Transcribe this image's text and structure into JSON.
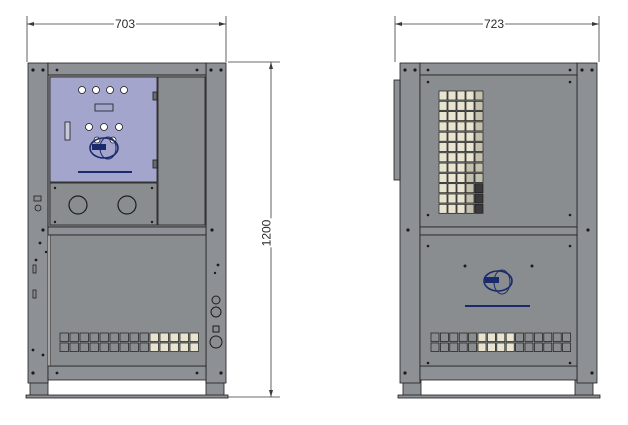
{
  "dimensions": {
    "front_width": "703",
    "side_width": "723",
    "height": "1200"
  },
  "colors": {
    "frame": "#8d9195",
    "panel": "#8a8d90",
    "control_panel": "#a3a5cc",
    "outline": "#1c1c1c",
    "dimension_line": "#3a3a3a",
    "terminal_light": "#e8e4cf",
    "terminal_mid": "#c4c0ae",
    "terminal_dark": "#3a3a3a",
    "logo_blue": "#1a2a6a"
  },
  "views": [
    "front-view",
    "side-view"
  ]
}
